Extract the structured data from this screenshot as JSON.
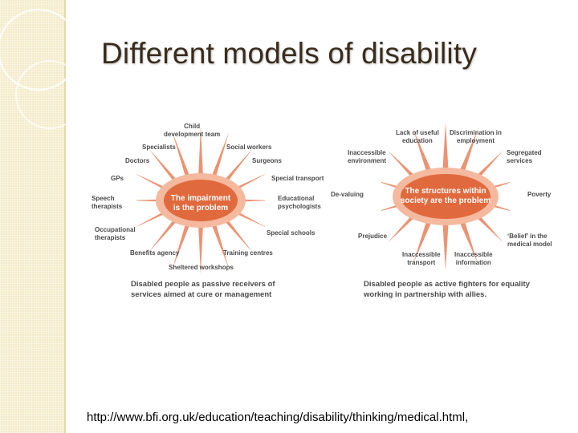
{
  "slide": {
    "title": "Different models of disability",
    "url": "http://www.bfi.org.uk/education/teaching/disability/thinking/medical.html,"
  },
  "medical_model": {
    "hub": [
      "The impairment",
      "is the problem"
    ],
    "labels": {
      "child_team": [
        "Child",
        "development team"
      ],
      "specialists": "Specialists",
      "social_workers": "Social workers",
      "doctors": "Doctors",
      "surgeons": "Surgeons",
      "gps": "GPs",
      "special_transport": "Special transport",
      "speech_therapists": [
        "Speech",
        "therapists"
      ],
      "educational_psychologists": [
        "Educational",
        "psychologists"
      ],
      "occupational_therapists": [
        "Occupational",
        "therapists"
      ],
      "special_schools": "Special schools",
      "benefits_agency": "Benefits agency",
      "training_centres": "Training centres",
      "sheltered_workshops": "Sheltered workshops"
    },
    "caption": [
      "Disabled people as passive receivers of",
      "services aimed at cure or management"
    ]
  },
  "social_model": {
    "hub": [
      "The structures within",
      "society are the problem"
    ],
    "labels": {
      "lack_of_education": [
        "Lack of useful",
        "education"
      ],
      "discrimination": [
        "Discrimination in",
        "employment"
      ],
      "inaccessible_environment": [
        "Inaccessible",
        "environment"
      ],
      "segregated_services": [
        "Segregated",
        "services"
      ],
      "de_valuing": "De-valuing",
      "poverty": "Poverty",
      "prejudice": "Prejudice",
      "belief": [
        "‘Belief’ in the",
        "medical model"
      ],
      "inaccessible_transport": [
        "Inaccessible",
        "transport"
      ],
      "inaccessible_information": [
        "Inaccessible",
        "information"
      ]
    },
    "caption": [
      "Disabled people as active fighters for equality",
      "working in partnership with allies."
    ]
  },
  "colors": {
    "ray": "#e8805a",
    "ray_light": "#f4b99e",
    "hub": "#e06a3e",
    "text": "#4a4a4a"
  }
}
